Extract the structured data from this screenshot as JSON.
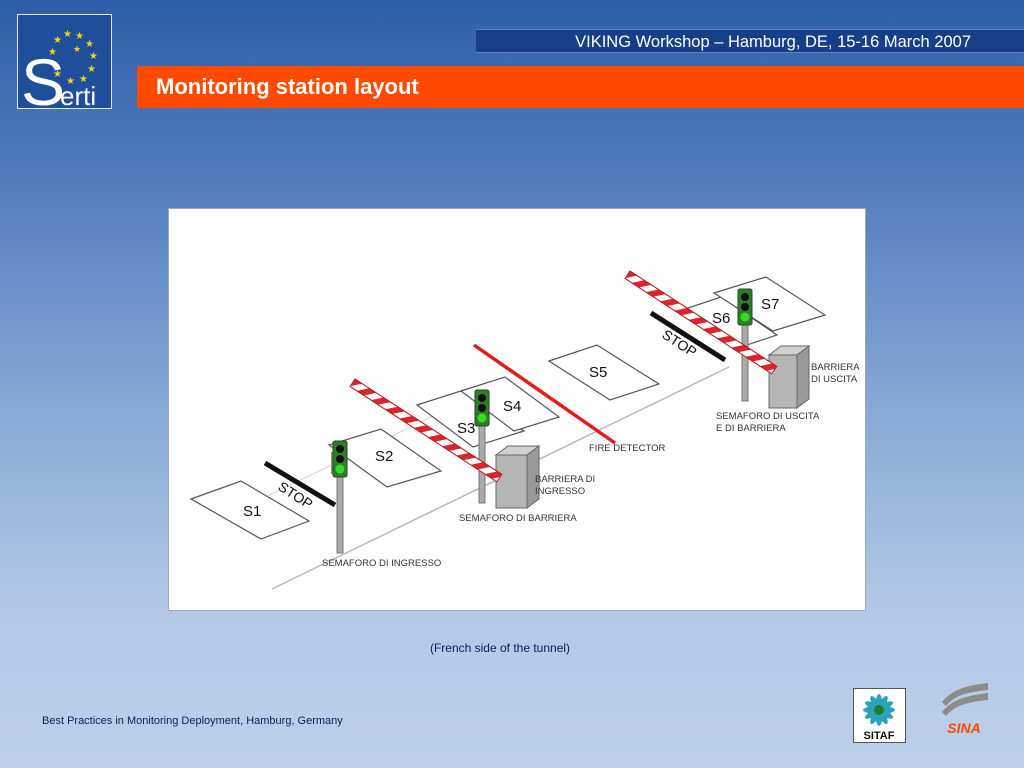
{
  "header": {
    "event_banner": "VIKING Workshop – Hamburg, DE, 15-16 March 2007",
    "slide_title": "Monitoring station layout"
  },
  "logo": {
    "brand_letter": "S",
    "brand_rest": "erti"
  },
  "diagram": {
    "stations": [
      "S1",
      "S2",
      "S3",
      "S4",
      "S5",
      "S6",
      "S7"
    ],
    "stop_markings": [
      "STOP",
      "STOP"
    ],
    "labels": {
      "entry_light": "SEMAFORO DI INGRESSO",
      "barrier_light": "SEMAFORO DI BARRIERA",
      "entry_barrier_line1": "BARRIERA DI",
      "entry_barrier_line2": "INGRESSO",
      "fire_detector": "FIRE DETECTOR",
      "exit_light_line1": "SEMAFORO DI USCITA",
      "exit_light_line2": "E DI BARRIERA",
      "exit_barrier_line1": "BARRIERA",
      "exit_barrier_line2": "DI USCITA"
    }
  },
  "caption": "(French side of the tunnel)",
  "footer": "Best Practices in Monitoring Deployment, Hamburg, Germany",
  "partner_logos": {
    "sitaf": "SITAF",
    "sina": "SINA"
  },
  "colors": {
    "title_bar": "#ff4a00",
    "banner": "#163f87",
    "barrier_stripe": "#d9262c",
    "light_green": "#33dd22",
    "fire_line": "#e41b1b"
  }
}
